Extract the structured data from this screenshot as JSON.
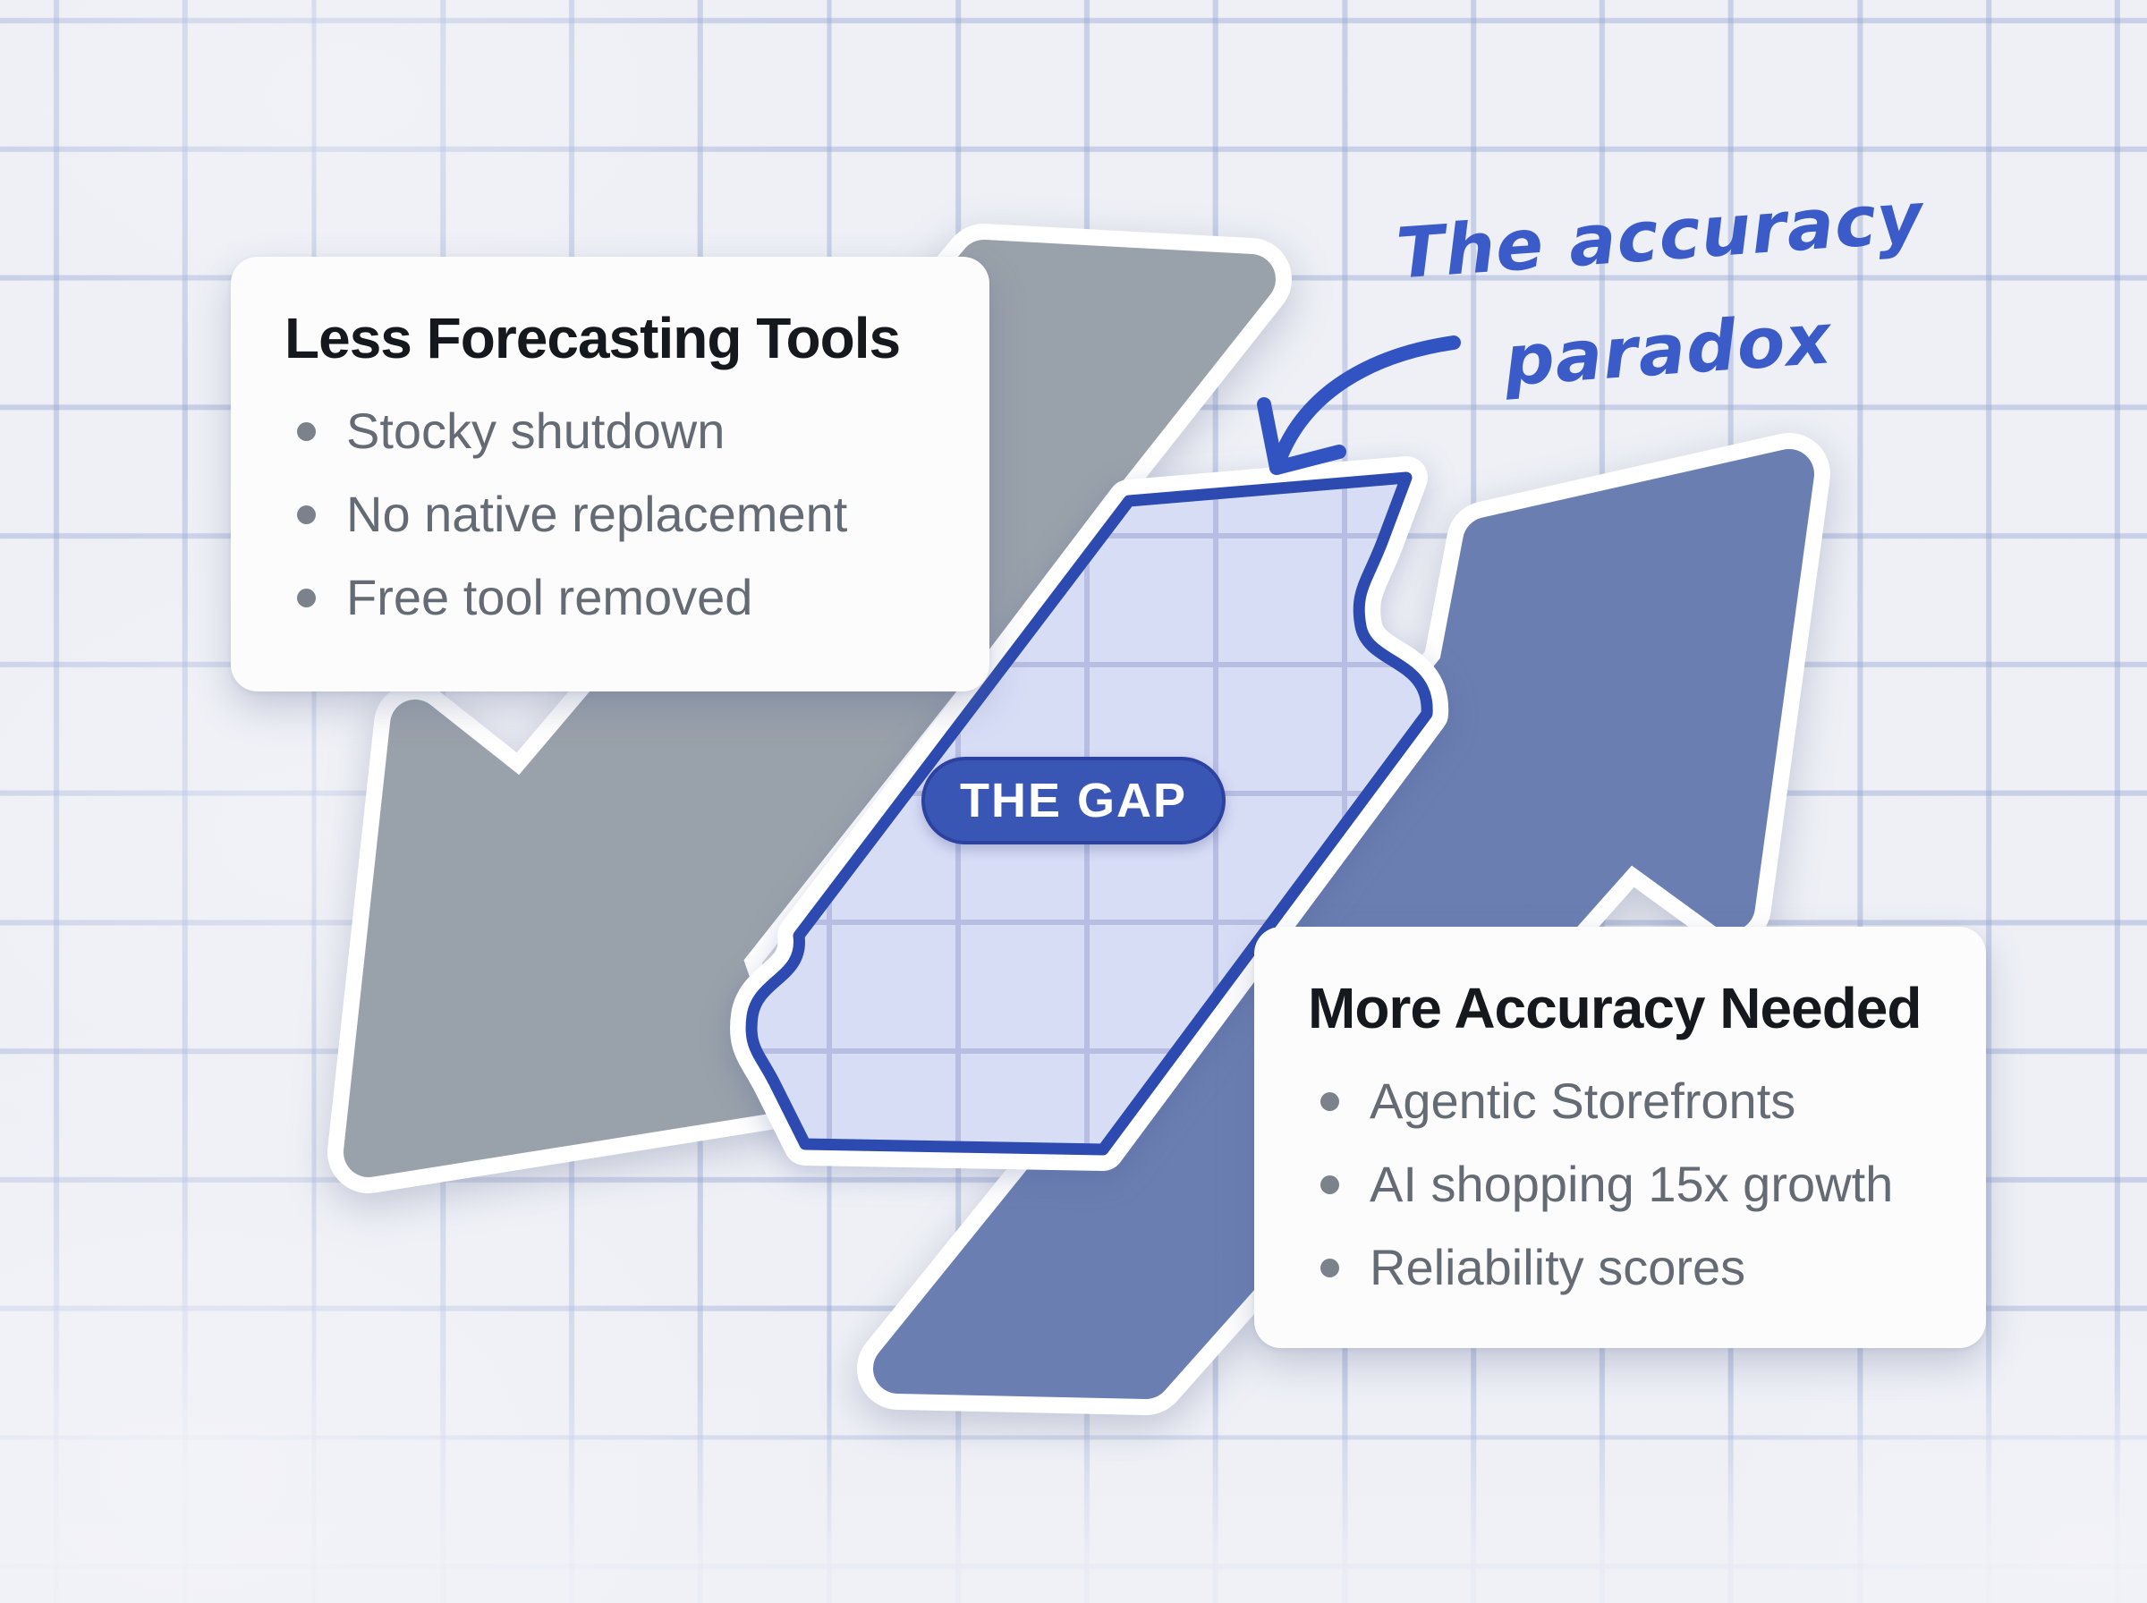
{
  "annotation": {
    "line1": "The accuracy",
    "line2": "paradox"
  },
  "gap_badge": {
    "label": "THE GAP"
  },
  "left_card": {
    "title": "Less Forecasting Tools",
    "bullets": [
      "Stocky shutdown",
      "No native replacement",
      "Free tool removed"
    ]
  },
  "right_card": {
    "title": "More Accuracy Needed",
    "bullets": [
      "Agentic Storefronts",
      "AI shopping 15x growth",
      "Reliability scores"
    ]
  },
  "colors": {
    "background": "#eef0f6",
    "grid_line": "#9aa8d4",
    "declining_arrow": "#99a1ab",
    "rising_arrow": "#6a7eb2",
    "gap_fill": "#d8ddf6",
    "gap_grid_line": "#b2b9de",
    "gap_border": "#2c4ab0",
    "badge_background": "#3a56b4",
    "badge_text": "#ffffff",
    "annotation_ink": "#3a5bc8",
    "card_background": "#fcfcfd",
    "title_text": "#15181c",
    "bullet_text": "#646b74"
  }
}
